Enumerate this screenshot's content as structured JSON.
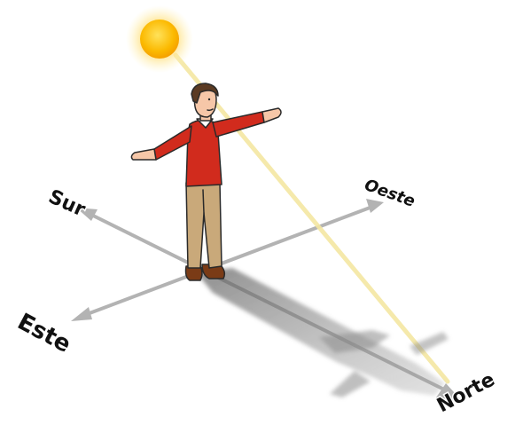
{
  "labels": {
    "south": "Sur",
    "west": "Oeste",
    "east": "Este",
    "north": "Norte"
  },
  "icons": {
    "sun": "sun-icon",
    "person": "person-figure",
    "shadow": "person-shadow"
  },
  "colors": {
    "background": "#ffffff",
    "axis": "#b3b3b3",
    "sun_core": "#fbb900",
    "sun_glow": "#fff2a8",
    "sun_ray": "#f4e7a2",
    "shadow": "#7a7a7a",
    "sweater": "#d12b1d",
    "trousers": "#c9a97a",
    "skin": "#f6c7a8",
    "hair": "#5b3a22",
    "shoes": "#7a3b16"
  }
}
